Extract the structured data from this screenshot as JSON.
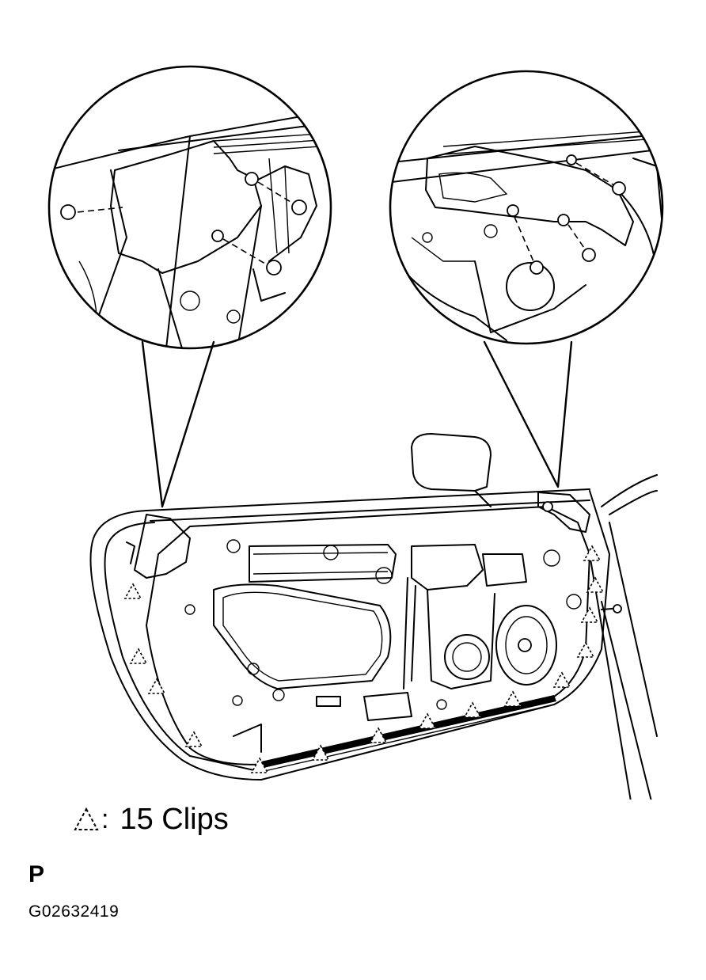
{
  "legend": {
    "symbol": "dashed-triangle-clip-icon",
    "colon": ":",
    "label": "15 Clips"
  },
  "view_mark": "P",
  "figure_code": "G02632419",
  "clip_count": 15
}
